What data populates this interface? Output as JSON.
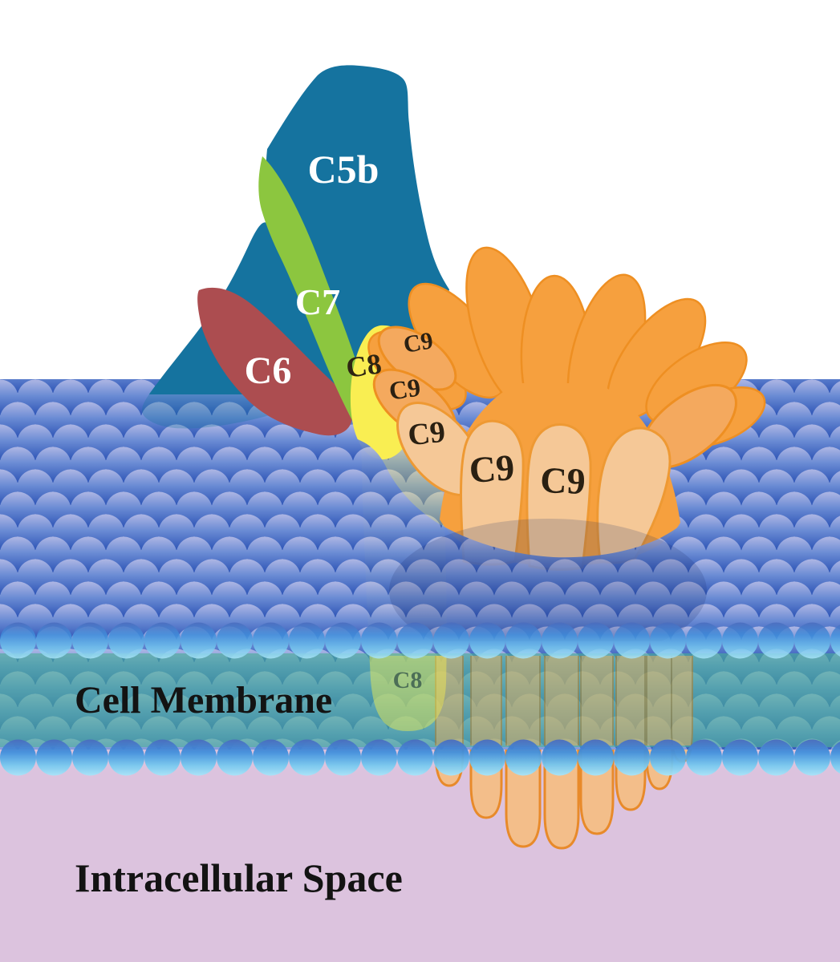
{
  "diagram": {
    "background_color": "#FFFFFF",
    "proteins": {
      "c5b": {
        "label": "C5b",
        "color": "#15739F",
        "label_color": "#FFFFFF"
      },
      "c6": {
        "label": "C6",
        "color": "#AC4D50",
        "label_color": "#FFFFFF"
      },
      "c7": {
        "label": "C7",
        "color": "#8CC63F",
        "label_color": "#FFFFFF"
      },
      "c8": {
        "label": "C8",
        "color": "#F9EE52",
        "label_color": "#2E2512"
      },
      "c9": {
        "label": "C9",
        "labels": [
          "C9",
          "C9",
          "C9",
          "C9",
          "C9"
        ],
        "back_color": "#F6A03E",
        "front_light_color": "#F5C897",
        "front_medium_color": "#F4A95E",
        "outline_color": "#EE8F22",
        "label_color": "#2A2012"
      }
    },
    "membrane": {
      "label": "Cell Membrane",
      "label_color": "#131313",
      "embedded_c8_label": "C8",
      "embedded_c8_label_color": "#3E5F50",
      "lipid_head_top_color": "#AEB6E4",
      "lipid_head_bottom_color": "#2D54B6",
      "bright_row_bottom_color": "#A8E4F8",
      "core_color": "#4AB09A"
    },
    "intracellular": {
      "label": "Intracellular Space",
      "label_color": "#131313",
      "background_color": "#DCC3DE"
    }
  }
}
